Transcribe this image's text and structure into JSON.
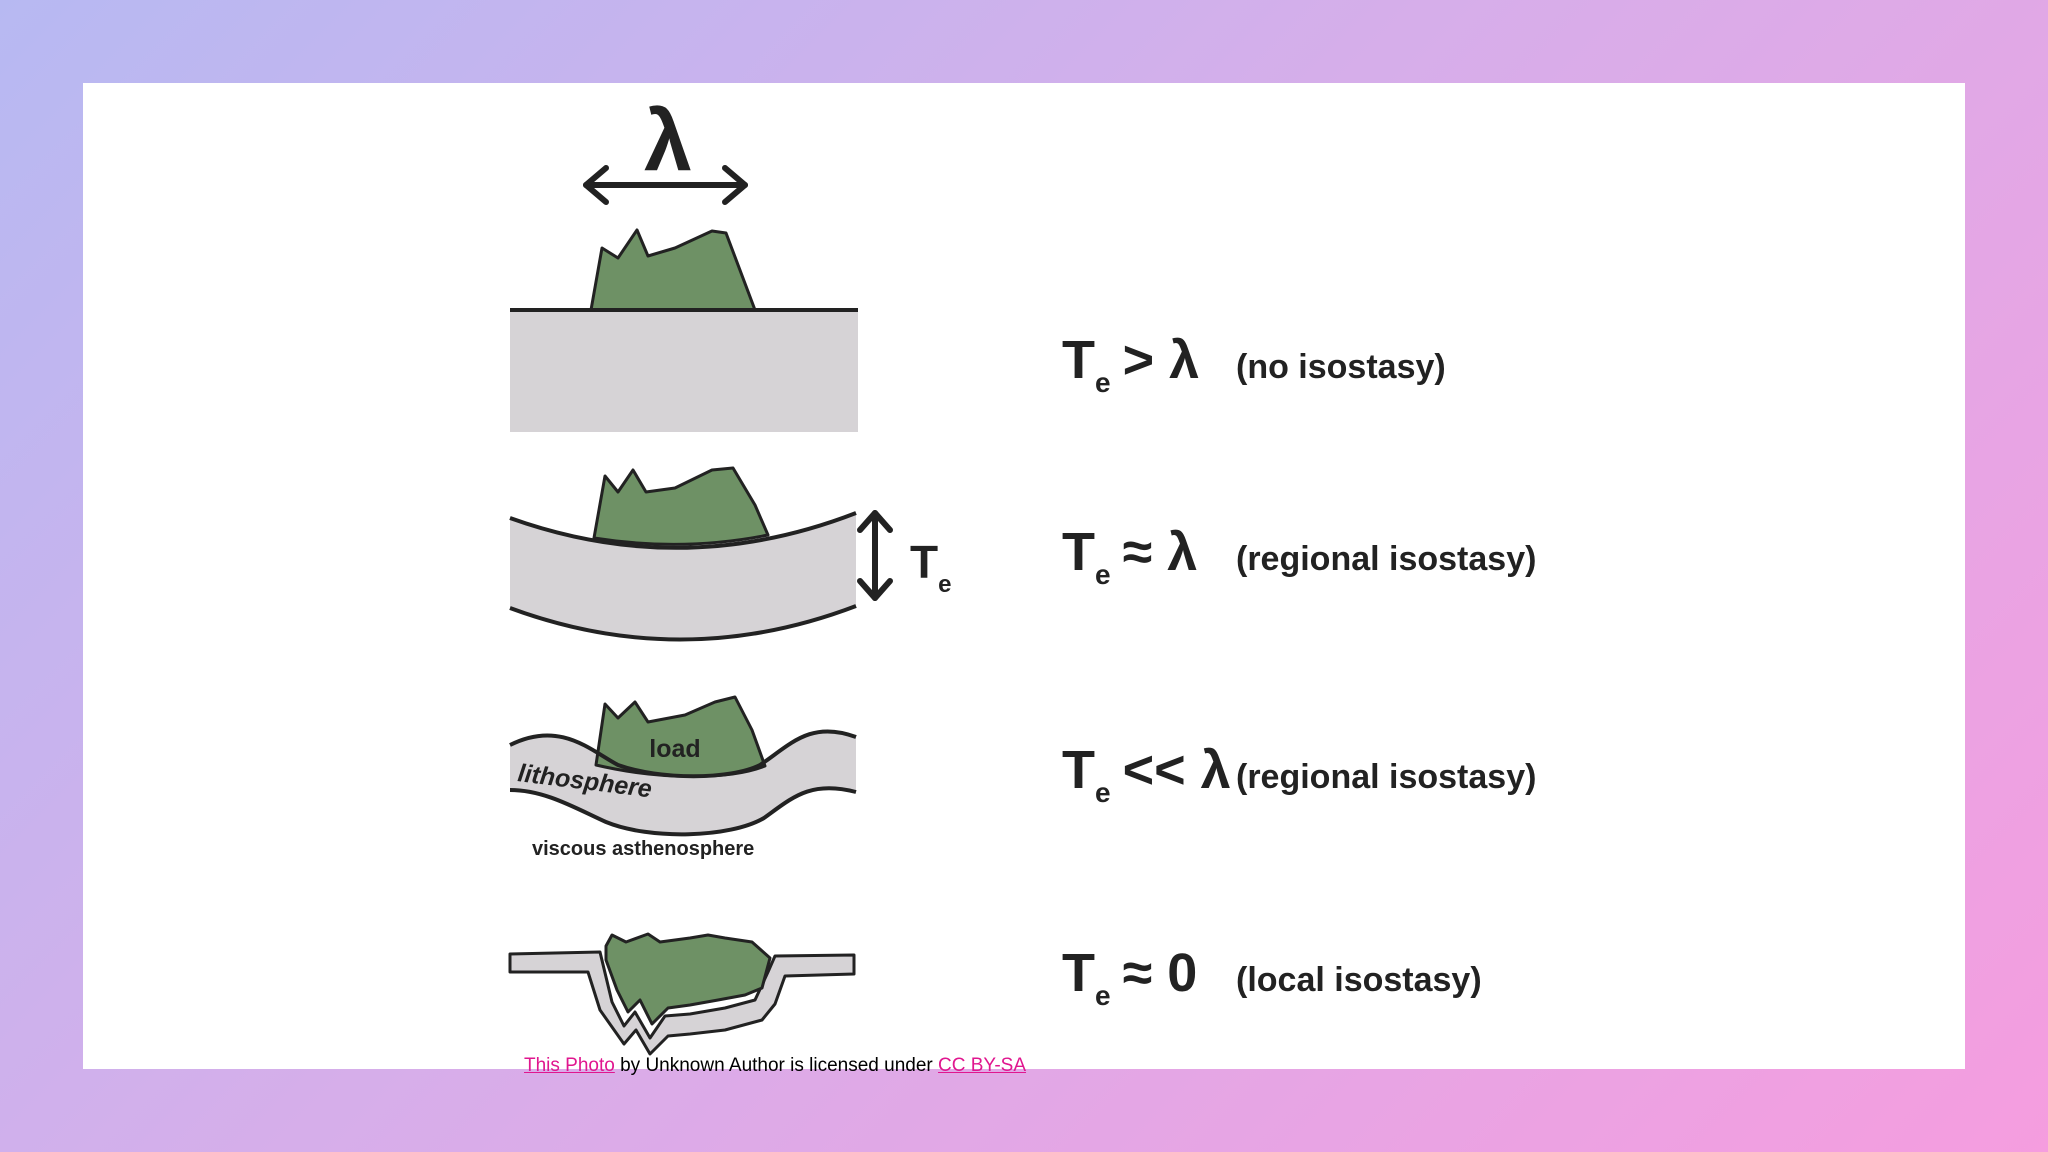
{
  "diagram": {
    "wavelength_symbol": "λ",
    "thickness_symbol": "T",
    "thickness_subscript": "e",
    "labels": {
      "load": "load",
      "lithosphere": "lithosphere",
      "asthenosphere": "viscous asthenosphere"
    },
    "rows": [
      {
        "symbol": "T",
        "subscript": "e",
        "relation": "> λ",
        "description": "(no isostasy)"
      },
      {
        "symbol": "T",
        "subscript": "e",
        "relation": "≈ λ",
        "description": "(regional isostasy)"
      },
      {
        "symbol": "T",
        "subscript": "e",
        "relation": "<< λ",
        "description": "(regional isostasy)"
      },
      {
        "symbol": "T",
        "subscript": "e",
        "relation": "≈ 0",
        "description": "(local isostasy)"
      }
    ],
    "colors": {
      "load": "#6e9165",
      "plate": "#d6d3d6",
      "outline": "#222222"
    }
  },
  "attribution": {
    "photo_link": "This Photo",
    "middle_text": " by Unknown Author is licensed under ",
    "license_link": "CC BY-SA"
  }
}
